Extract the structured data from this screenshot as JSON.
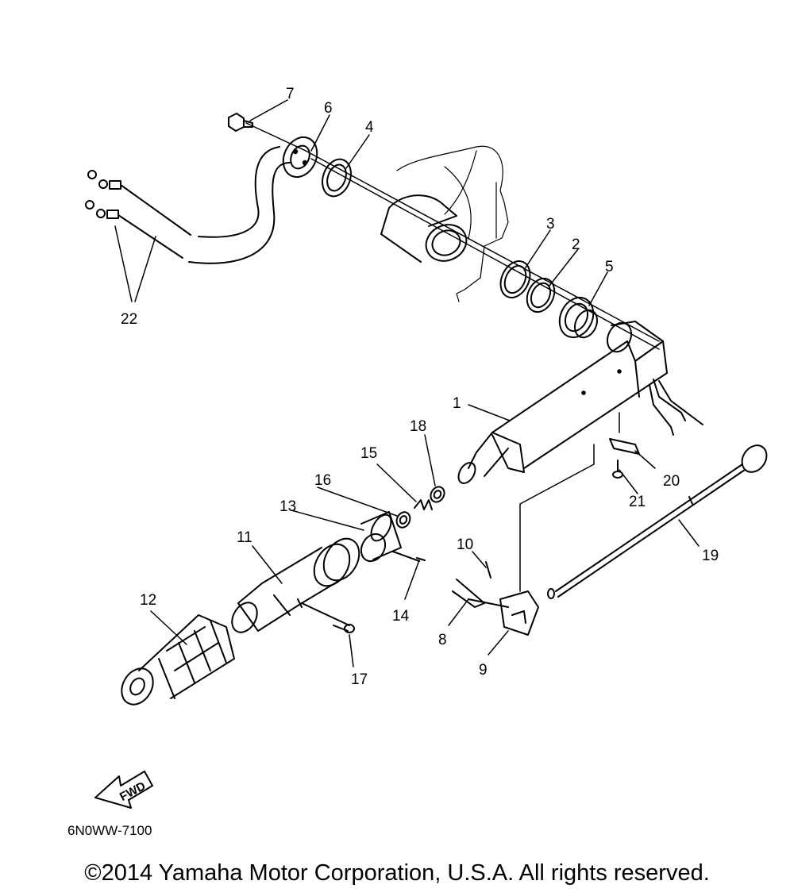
{
  "diagram": {
    "code": "6N0WW-7100",
    "fwd_label": "FWD",
    "callouts": [
      "1",
      "2",
      "3",
      "4",
      "5",
      "6",
      "7",
      "8",
      "9",
      "10",
      "11",
      "12",
      "13",
      "14",
      "15",
      "16",
      "17",
      "18",
      "19",
      "20",
      "21",
      "22"
    ]
  },
  "footer": {
    "copyright": "©2014 Yamaha Motor Corporation, U.S.A. All rights reserved."
  }
}
